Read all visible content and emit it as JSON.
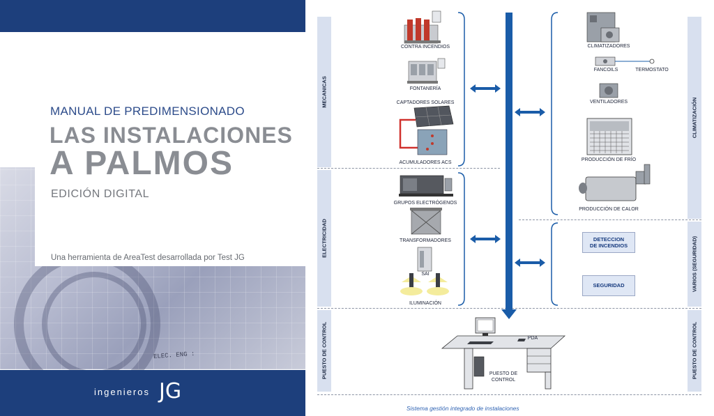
{
  "cover": {
    "subtitle": "MANUAL DE PREDIMENSIONADO",
    "title_line1": "LAS INSTALACIONES",
    "title_line2": "A PALMOS",
    "edition": "EDICIÓN DIGITAL",
    "tagline": "Una herramienta de AreaTest desarrollada por Test JG",
    "brand_word": "ingenieros",
    "brand_mark": "JG",
    "plan_text": "ELEC. ENG :",
    "colors": {
      "band": "#1d3f7c",
      "title": "#8a8d93",
      "subtitle": "#2c4b8a"
    }
  },
  "diagram": {
    "sections_left": {
      "mecanicas": "MECANICAS",
      "electricidad": "ELECTRICIDAD",
      "puesto_control": "PUESTO DE CONTROL"
    },
    "sections_right": {
      "climatizacion": "CLIMATIZACIÓN",
      "varios": "VARIOS (SEGURIDAD)",
      "puesto_control": "PUESTO DE CONTROL"
    },
    "mecanicas_items": {
      "contra_incendios": "CONTRA INCENDIOS",
      "fontaneria": "FONTANERÍA",
      "captadores_solares": "CAPTADORES SOLARES",
      "acumuladores_acs": "ACUMULADORES ACS"
    },
    "electricidad_items": {
      "grupos": "GRUPOS ELECTRÓGENOS",
      "transformadores": "TRANSFORMADORES",
      "sai": "SAI",
      "iluminacion": "ILUMINACIÓN"
    },
    "climatizacion_items": {
      "climatizadores": "CLIMATIZADORES",
      "fancoils": "FANCOILS",
      "termostato": "TERMOSTATO",
      "ventiladores": "VENTILADORES",
      "produccion_frio": "PRODUCCIÓN DE FRÍO",
      "produccion_calor": "PRODUCCIÓN DE CALOR"
    },
    "varios_items": {
      "deteccion_line1": "DETECCION",
      "deteccion_line2": "DE INCENDIOS",
      "seguridad": "SEGURIDAD"
    },
    "control_items": {
      "pda": "PDA",
      "puesto_line1": "PUESTO DE",
      "puesto_line2": "CONTROL"
    },
    "caption": "Sistema gestión integrado de instalaciones",
    "colors": {
      "bus": "#1a5ca8",
      "panel": "#d8e0ef",
      "box": "#dfe7f5"
    }
  }
}
